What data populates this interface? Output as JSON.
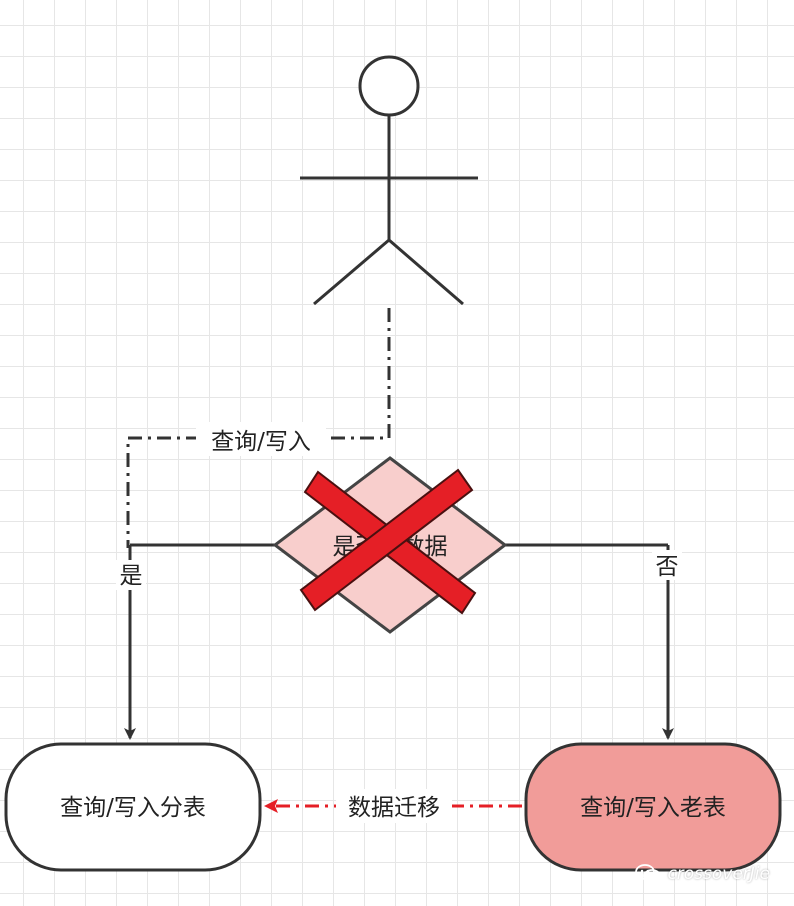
{
  "diagram": {
    "actor_icon": "stick-figure-icon",
    "edge_query_write": "查询/写入",
    "decision_label": "是否有数据",
    "branch_yes": "是",
    "branch_no": "否",
    "node_new_table": "查询/写入分表",
    "node_old_table": "查询/写入老表",
    "edge_migration": "数据迁移",
    "cross_icon": "red-x-icon"
  },
  "colors": {
    "line": "#333333",
    "decision_fill": "#f8cecc",
    "cross": "#e51f26",
    "old_table_fill": "#f19c99",
    "migration_arrow": "#e51f26"
  },
  "watermark": {
    "icon": "wechat-icon",
    "text": "crossoverJie"
  }
}
